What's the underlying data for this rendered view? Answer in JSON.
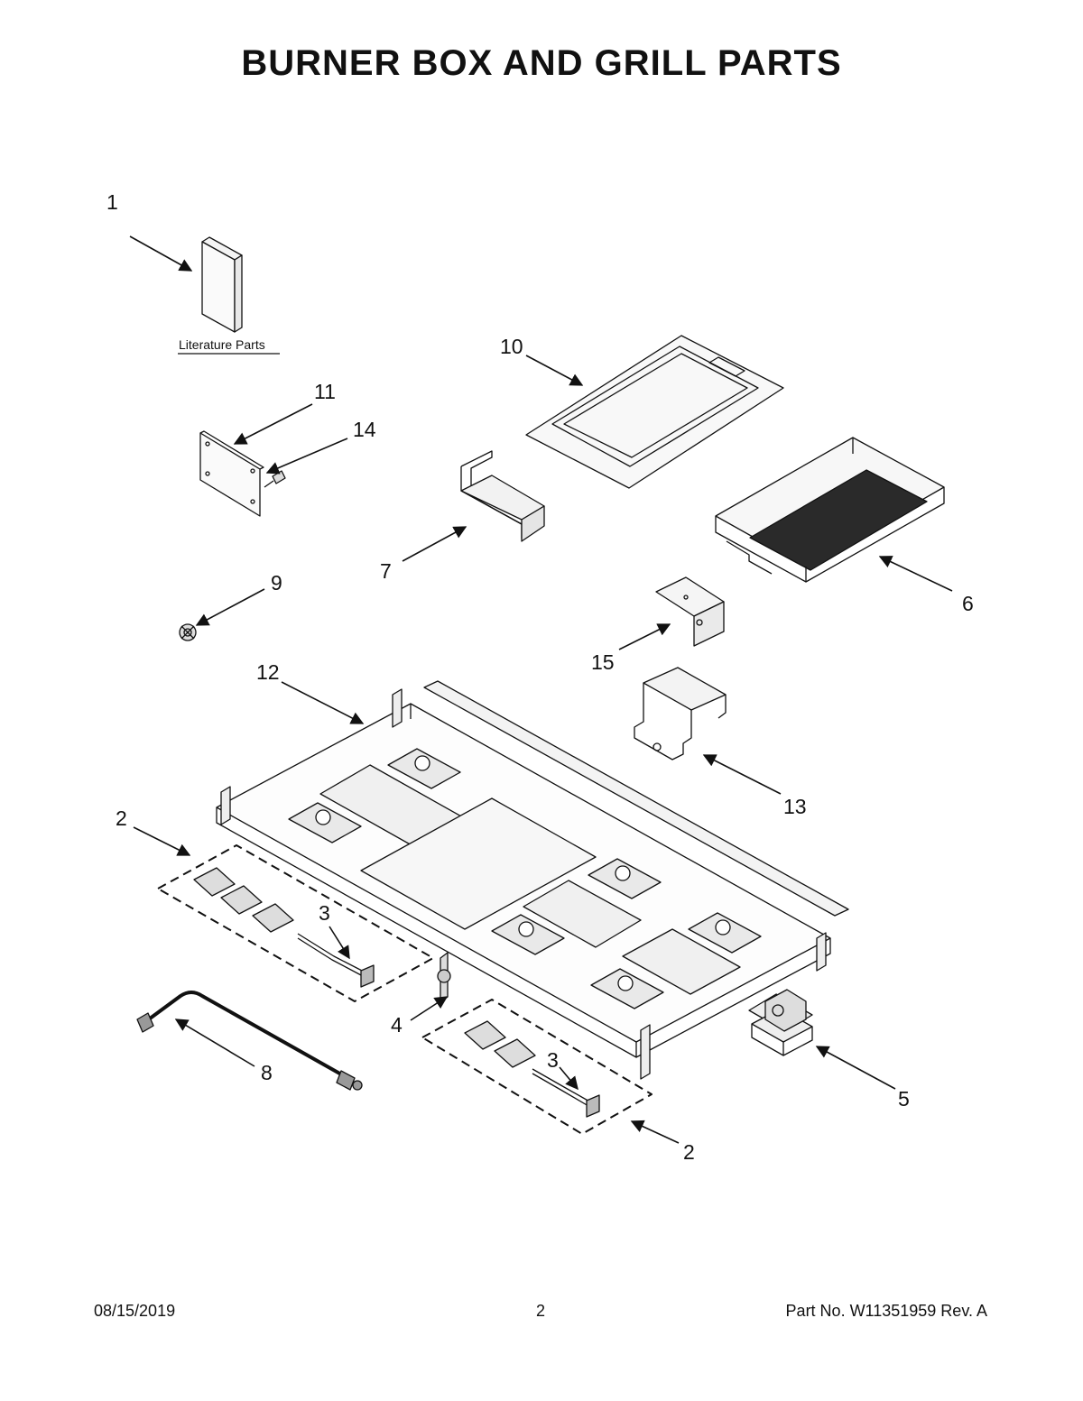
{
  "title": "BURNER BOX AND GRILL PARTS",
  "literature_label": "Literature Parts",
  "callouts": {
    "c1": "1",
    "c2a": "2",
    "c2b": "2",
    "c3a": "3",
    "c3b": "3",
    "c4": "4",
    "c5": "5",
    "c6": "6",
    "c7": "7",
    "c8": "8",
    "c9": "9",
    "c10": "10",
    "c11": "11",
    "c12": "12",
    "c13": "13",
    "c14": "14",
    "c15": "15"
  },
  "footer": {
    "date": "08/15/2019",
    "page": "2",
    "part": "Part No.  W11351959  Rev.  A"
  }
}
